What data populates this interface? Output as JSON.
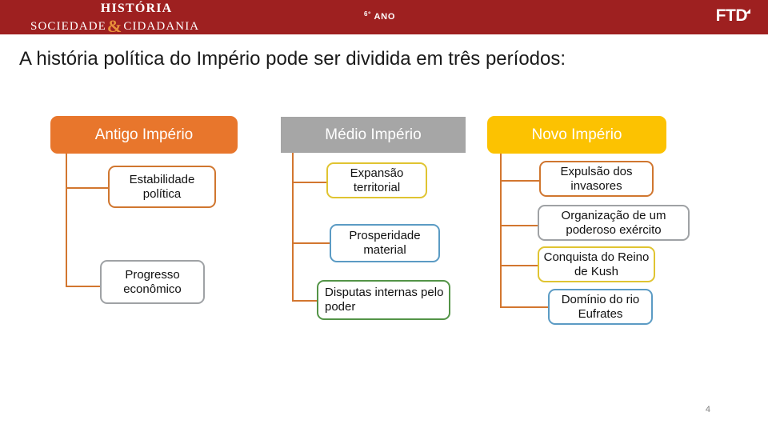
{
  "header": {
    "brand_line1": "HISTÓRIA",
    "brand_line2_left": "SOCIEDADE",
    "brand_amp": "&",
    "brand_line2_right": "CIDADANIA",
    "year_ordinal": "6º",
    "year_text": "ANO",
    "publisher": "FTD",
    "bar_color": "#9E2020",
    "amp_color": "#E8913A"
  },
  "slide": {
    "title": "A história política do Império pode ser dividida em três períodos:",
    "page_number": "4"
  },
  "columns": [
    {
      "header_label": "Antigo Império",
      "header_color": "#E8762C",
      "items": [
        {
          "label": "Estabilidade política",
          "border_color": "#D0762F"
        },
        {
          "label": "Progresso econômico",
          "border_color": "#9FA2A5"
        }
      ]
    },
    {
      "header_label": "Médio Império",
      "header_color": "#A6A6A6",
      "items": [
        {
          "label": "Expansão territorial",
          "border_color": "#E0C431"
        },
        {
          "label": "Prosperidade material",
          "border_color": "#5B9BC4"
        },
        {
          "label": "Disputas internas pelo poder",
          "border_color": "#539447"
        }
      ]
    },
    {
      "header_label": "Novo Império",
      "header_color": "#FCC201",
      "items": [
        {
          "label": "Expulsão dos invasores",
          "border_color": "#D0762F"
        },
        {
          "label": "Organização de um poderoso exército",
          "border_color": "#9FA2A5"
        },
        {
          "label": "Conquista do Reino de Kush",
          "border_color": "#E0C431"
        },
        {
          "label": "Domínio do rio Eufrates",
          "border_color": "#5B9BC4"
        }
      ]
    }
  ]
}
